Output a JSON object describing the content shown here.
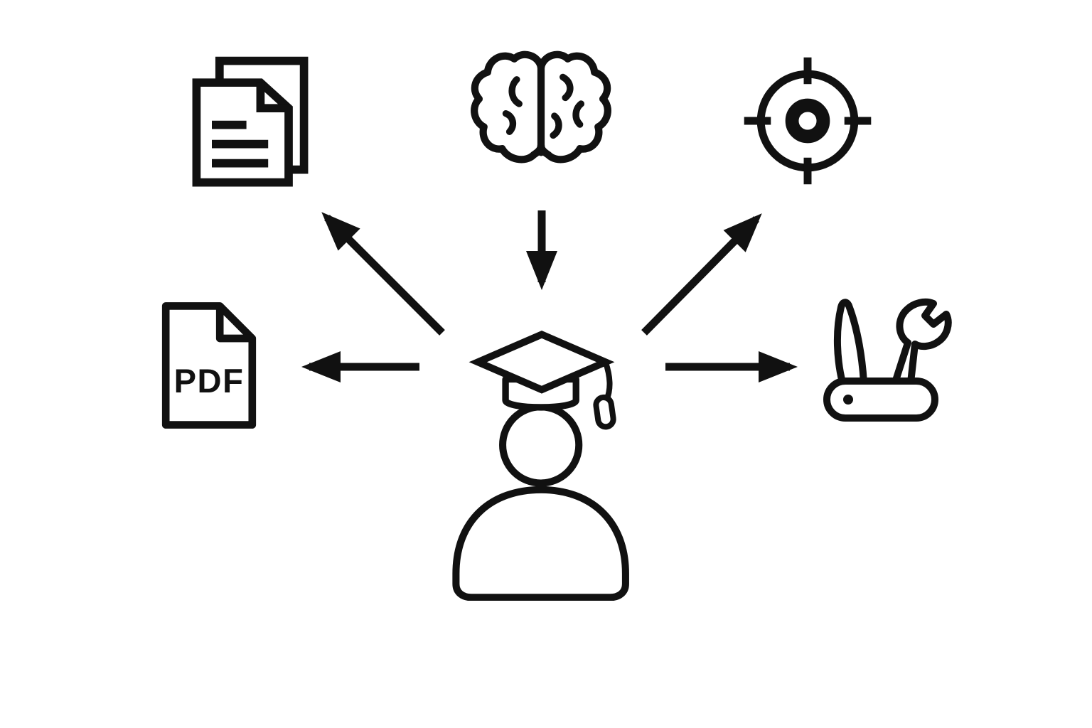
{
  "colors": {
    "ink": "#111111",
    "background": "#ffffff"
  },
  "diagram": {
    "type": "concept-diagram",
    "style": "black line-art icons on white background",
    "center": {
      "id": "graduate-student",
      "icon": "graduate-cap-person-icon",
      "label": ""
    },
    "nodes": [
      {
        "id": "documents",
        "icon": "documents-icon",
        "label": "",
        "position": "top-left"
      },
      {
        "id": "brain",
        "icon": "brain-icon",
        "label": "",
        "position": "top-center"
      },
      {
        "id": "target",
        "icon": "target-icon",
        "label": "",
        "position": "top-right"
      },
      {
        "id": "pdf",
        "icon": "pdf-file-icon",
        "label": "PDF",
        "position": "middle-left"
      },
      {
        "id": "multitool",
        "icon": "swiss-army-knife-icon",
        "label": "",
        "position": "middle-right"
      }
    ],
    "arrows": [
      {
        "from": "graduate-student",
        "to": "documents",
        "direction": "up-left"
      },
      {
        "from": "brain",
        "to": "graduate-student",
        "direction": "down"
      },
      {
        "from": "graduate-student",
        "to": "target",
        "direction": "up-right"
      },
      {
        "from": "graduate-student",
        "to": "pdf",
        "direction": "left"
      },
      {
        "from": "graduate-student",
        "to": "multitool",
        "direction": "right"
      }
    ]
  },
  "icons": {
    "pdf": {
      "label": "PDF"
    }
  }
}
